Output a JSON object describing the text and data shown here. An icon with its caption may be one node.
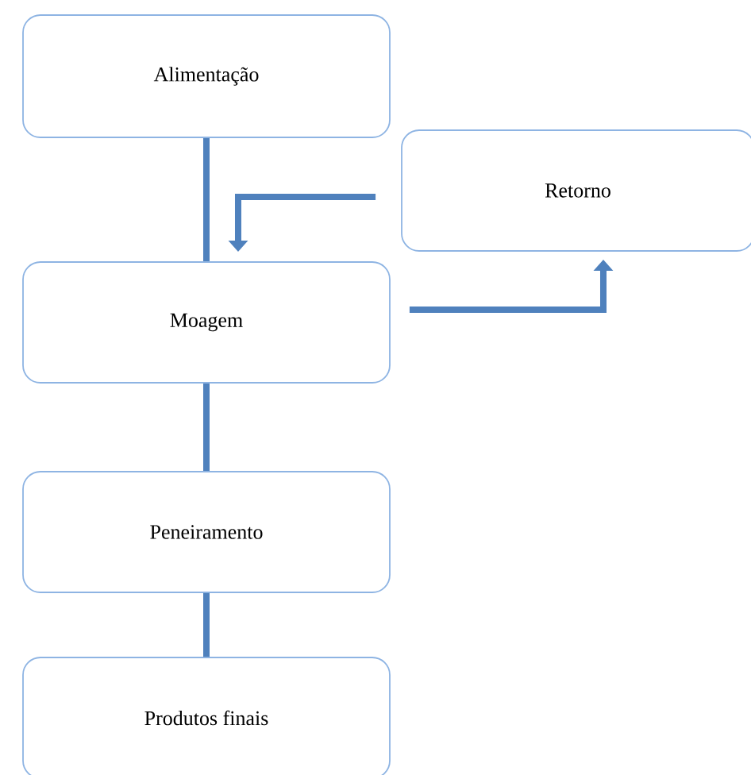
{
  "diagram": {
    "nodes": [
      {
        "text": [
          "Alimentação"
        ]
      },
      {
        "text": [
          "Retorno"
        ]
      },
      {
        "text": [
          "Moagem"
        ]
      },
      {
        "text": [
          "Peneiramento"
        ]
      },
      {
        "text": [
          "Produtos finais"
        ]
      }
    ],
    "edges": [
      {
        "from": 0,
        "to": 2,
        "arrow": "none"
      },
      {
        "from": 1,
        "to": 2,
        "arrow": "to"
      },
      {
        "from": 2,
        "to": 1,
        "arrow": "to"
      },
      {
        "from": 2,
        "to": 3,
        "arrow": "none"
      },
      {
        "from": 3,
        "to": 4,
        "arrow": "none"
      }
    ]
  }
}
